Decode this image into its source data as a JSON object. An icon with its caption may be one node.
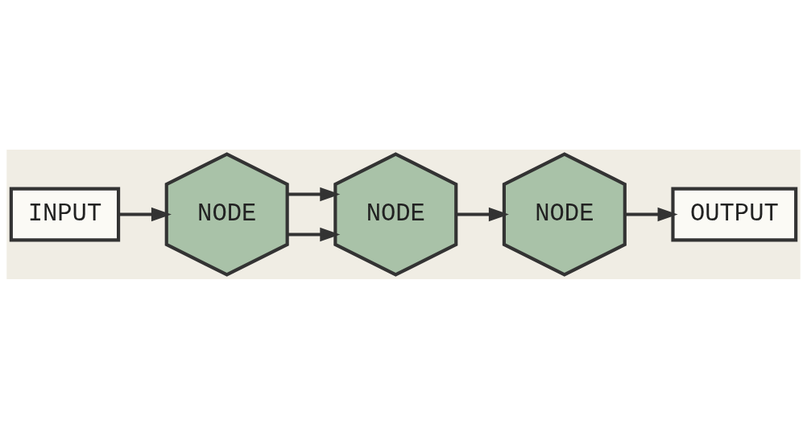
{
  "diagram": {
    "nodes": [
      {
        "text": [
          "INPUT"
        ]
      },
      {
        "text": [
          "NODE"
        ]
      },
      {
        "text": [
          "NODE"
        ]
      },
      {
        "text": [
          "NODE"
        ]
      },
      {
        "text": [
          "OUTPUT"
        ]
      }
    ],
    "edges": [
      {
        "from": 0,
        "to": 1,
        "arrow": "to"
      },
      {
        "from": 1,
        "to": 2,
        "arrow": "to"
      },
      {
        "from": 1,
        "to": 2,
        "arrow": "to"
      },
      {
        "from": 2,
        "to": 3,
        "arrow": "to"
      },
      {
        "from": 3,
        "to": 4,
        "arrow": "to"
      }
    ]
  }
}
